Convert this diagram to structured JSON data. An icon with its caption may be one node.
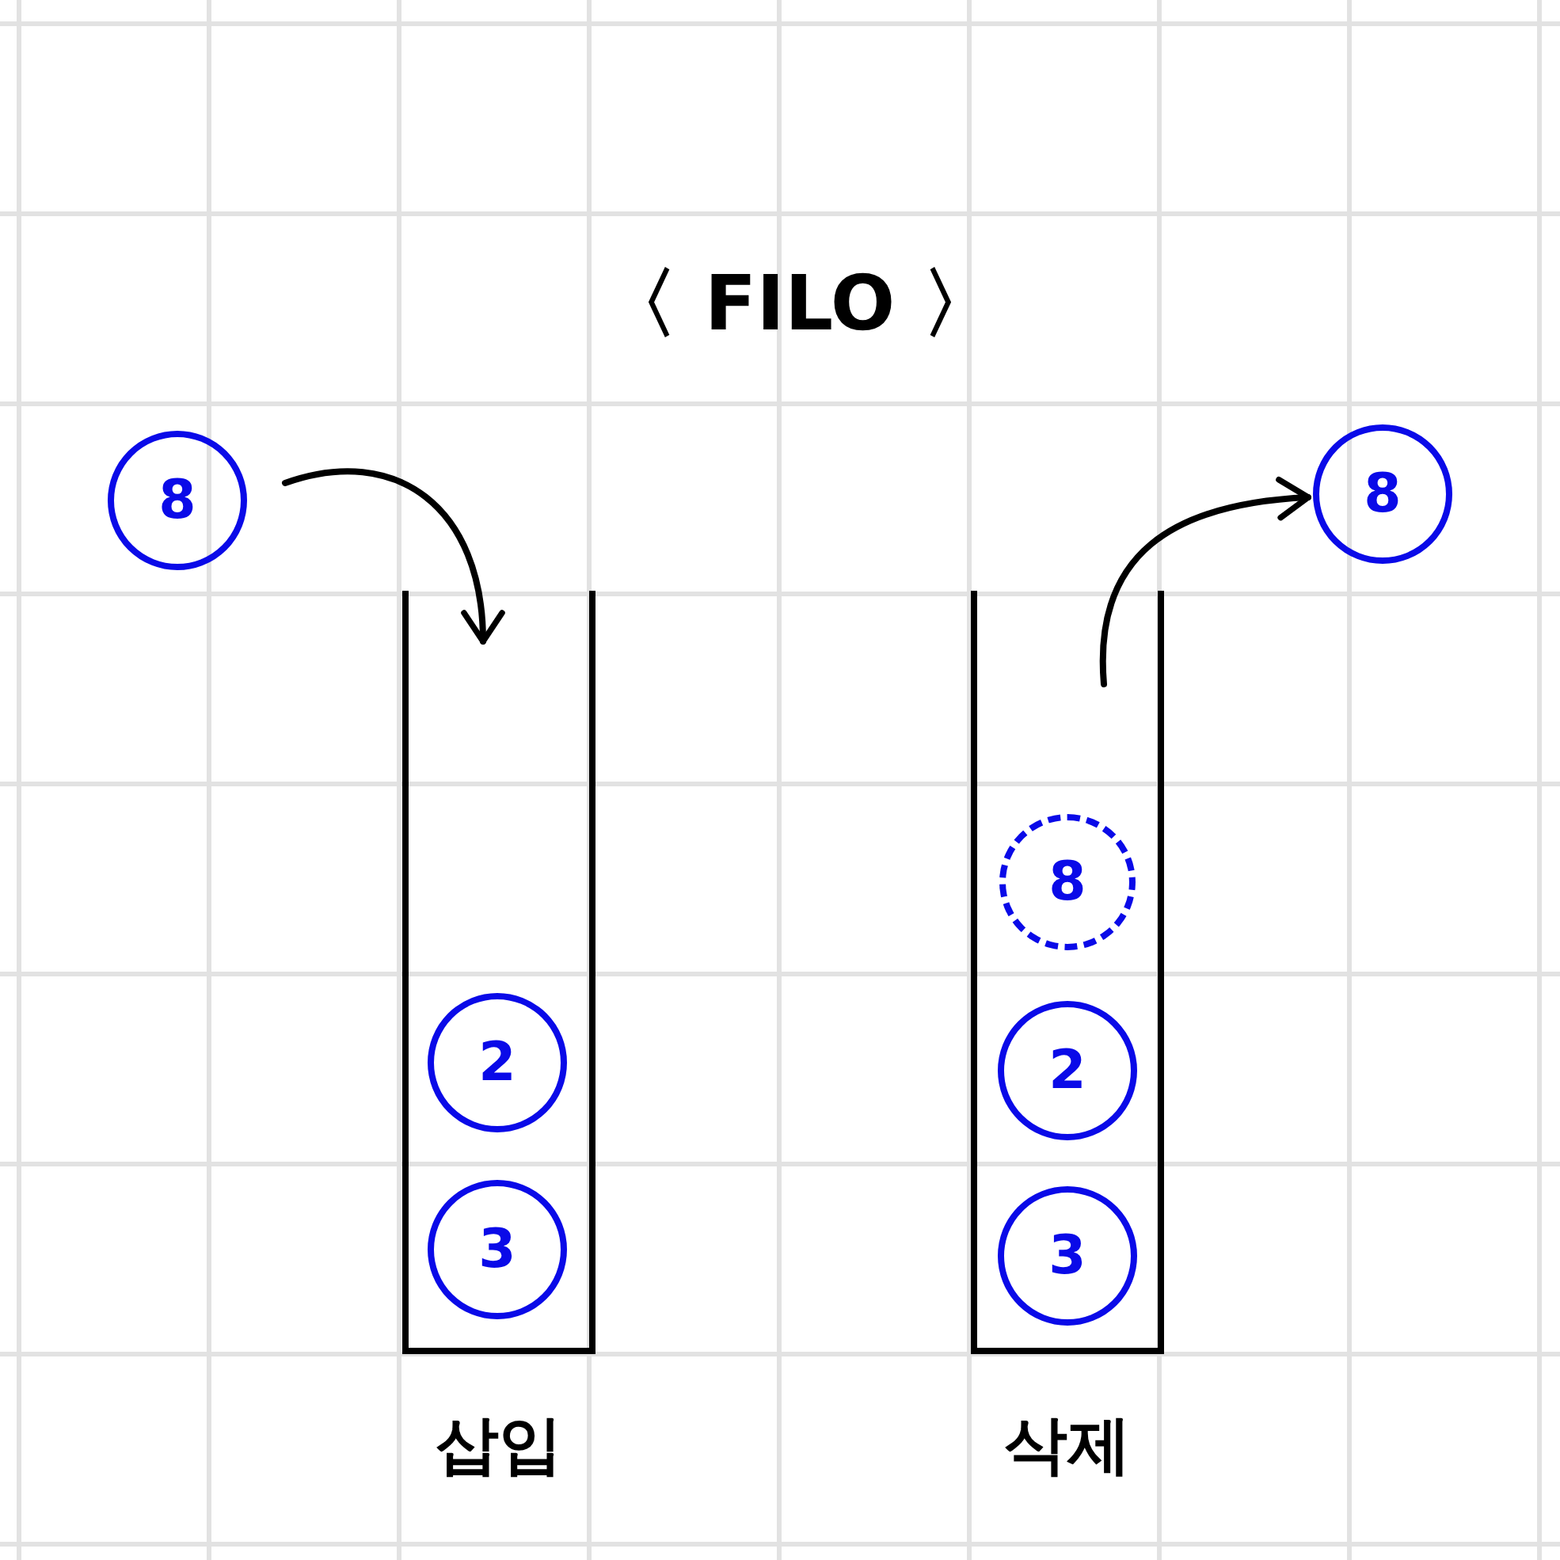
{
  "diagram": {
    "title": "〈 FILO 〉",
    "nodes": [
      {
        "text": [
          "8"
        ]
      },
      {
        "text": [],
        "shape": "box",
        "beside": [
          "삽입"
        ]
      },
      {
        "text": [
          "2"
        ],
        "in": 1
      },
      {
        "text": [
          "3"
        ],
        "in": 1
      },
      {
        "text": [],
        "shape": "box",
        "beside": [
          "삭제"
        ]
      },
      {
        "text": [
          "8"
        ],
        "in": 4
      },
      {
        "text": [
          "2"
        ],
        "in": 4
      },
      {
        "text": [
          "3"
        ],
        "in": 4
      },
      {
        "text": [
          "8"
        ]
      }
    ],
    "edges": [
      {
        "from": 0,
        "to": 1,
        "arrow": "to"
      },
      {
        "from": 4,
        "to": 8,
        "arrow": "to"
      }
    ]
  }
}
